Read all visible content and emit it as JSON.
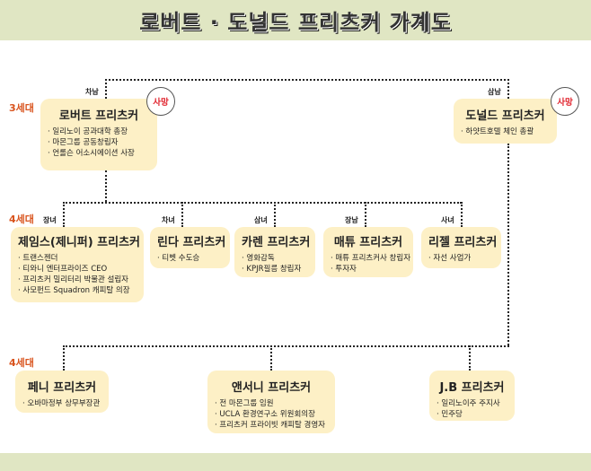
{
  "title": "로버트 · 도널드 프리츠커 가계도",
  "generations": [
    "3세대",
    "4세대",
    "4세대"
  ],
  "deceased_label": "사망",
  "gen3": [
    {
      "relation": "차남",
      "name": "로버트 프리츠커",
      "roles": [
        "일리노이 공과대학 총장",
        "마몬그룹 공동창립자",
        "언롤슨 어소시에이션 사장"
      ]
    },
    {
      "relation": "삼남",
      "name": "도널드 프리츠커",
      "roles": [
        "하얏트호텔 체인 총괄"
      ]
    }
  ],
  "robert_children": [
    {
      "relation": "장녀",
      "name": "제임스(제니퍼) 프리츠커",
      "roles": [
        "트랜스젠더",
        "티와니 엔터프라이즈 CEO",
        "프리츠커 밀리터리 박물관 설립자",
        "사모펀드 Squadron 캐피탈 의장"
      ]
    },
    {
      "relation": "차녀",
      "name": "린다 프리츠커",
      "roles": [
        "티벳 수도승"
      ]
    },
    {
      "relation": "삼녀",
      "name": "카렌 프리츠커",
      "roles": [
        "영화감독",
        "KPJR필름 창립자"
      ]
    },
    {
      "relation": "장남",
      "name": "매튜 프리츠커",
      "roles": [
        "매튜 프리츠커사 창립자",
        "투자자"
      ]
    },
    {
      "relation": "사녀",
      "name": "리젤 프리츠커",
      "roles": [
        "자선 사업가"
      ]
    }
  ],
  "donald_children": [
    {
      "name": "페니 프리츠커",
      "roles": [
        "오바마정부 상무부장관"
      ]
    },
    {
      "name": "앤서니 프리츠커",
      "roles": [
        "전 마몬그룹 임원",
        "UCLA 환경연구소 위원회의장",
        "프리츠커 프라이빗 캐피탈 경영자"
      ]
    },
    {
      "name": "J.B 프리츠커",
      "roles": [
        "일리노이주 주지사",
        "민주당"
      ]
    }
  ]
}
